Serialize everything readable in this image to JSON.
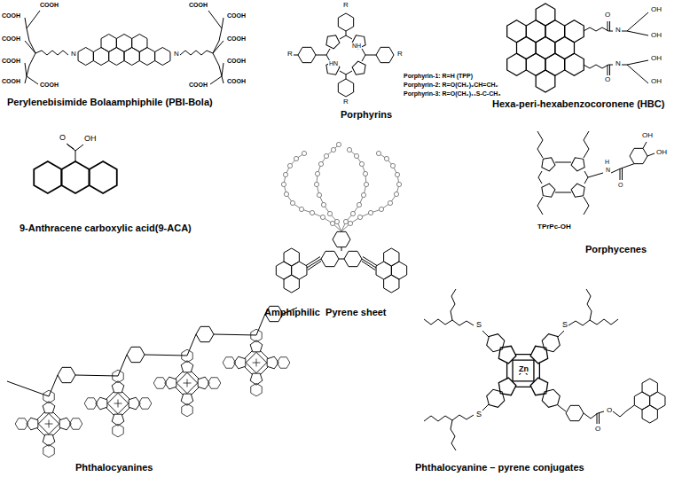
{
  "diagram": {
    "labels": [
      "Perylenebisimide Bolaamphiphile (PBI-Bola)",
      "Porphyrins",
      "Porphyrin-1: R=H (TPP)",
      "Porphyrin-2: R=O(CH₂)₉CH=CH₂",
      "Porphyrin-3: R=O(CH₂)₁₁S-C-CH₃",
      "Hexa-peri-hexabenzocoronene (HBC)",
      "9-Anthracene carboxylic acid(9-ACA)",
      "Amphiphilic  Pyrene sheet",
      "TPrPc-OH",
      "Porphycenes",
      "Phthalocyanines",
      "Phthalocyanine – pyrene conjugates",
      "R",
      "R",
      "R",
      "R",
      "NH",
      "HN",
      "O",
      "OH",
      "N",
      "N",
      "COOH",
      "COOH",
      "COOH",
      "COOH",
      "COOH",
      "COOH",
      "COOH",
      "COOH",
      "COOH",
      "COOH",
      "COOH",
      "COOH",
      "O",
      "N",
      "O",
      "N",
      "OH",
      "OH",
      "OH",
      "OH",
      "H",
      "N",
      "O",
      "OH",
      "OH",
      "Zn",
      "S",
      "S",
      "S",
      "O",
      "O"
    ]
  }
}
